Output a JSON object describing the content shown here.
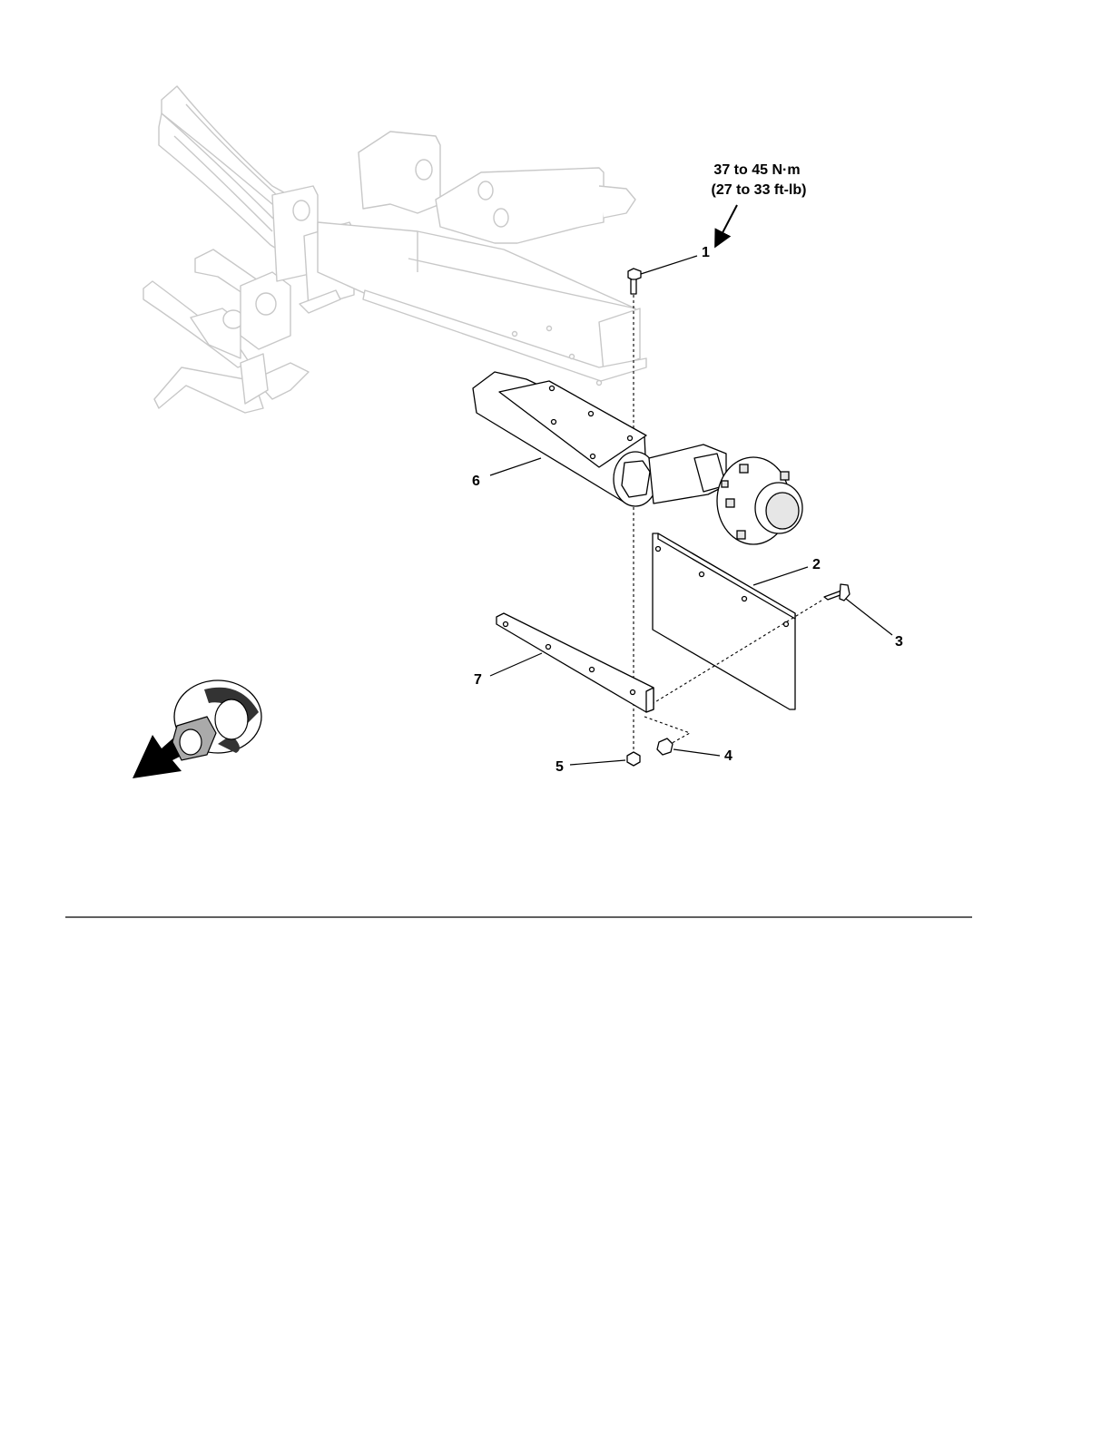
{
  "torque_spec": {
    "line1": "37 to 45 N·m",
    "line2": "(27 to 33 ft-lb)"
  },
  "callouts": [
    {
      "id": "1",
      "label": "1"
    },
    {
      "id": "2",
      "label": "2"
    },
    {
      "id": "3",
      "label": "3"
    },
    {
      "id": "4",
      "label": "4"
    },
    {
      "id": "5",
      "label": "5"
    },
    {
      "id": "6",
      "label": "6"
    },
    {
      "id": "7",
      "label": "7"
    }
  ],
  "colors": {
    "line": "#000000",
    "faded_frame": "#c8c8c8",
    "background": "#ffffff"
  },
  "icons": [
    "front-direction-icon",
    "torque-arrow-icon"
  ]
}
